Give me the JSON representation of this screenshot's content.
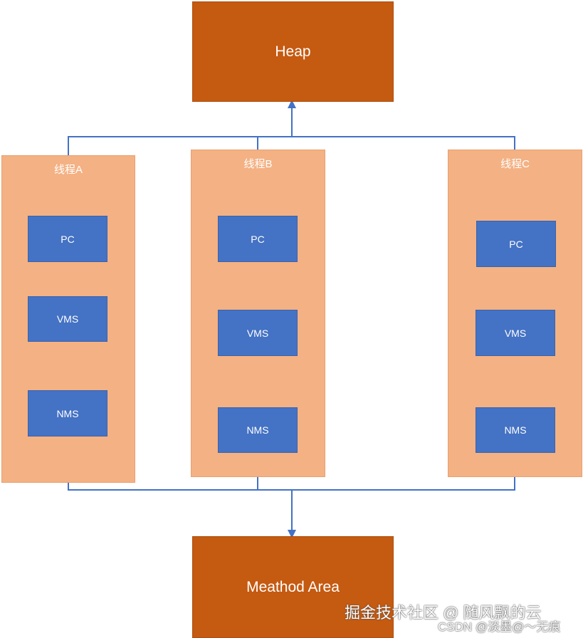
{
  "heap": {
    "label": "Heap"
  },
  "method_area": {
    "label": "Meathod Area"
  },
  "threads": [
    {
      "title": "线程A",
      "pc": "PC",
      "vms": "VMS",
      "nms": "NMS"
    },
    {
      "title": "线程B",
      "pc": "PC",
      "vms": "VMS",
      "nms": "NMS"
    },
    {
      "title": "线程C",
      "pc": "PC",
      "vms": "VMS",
      "nms": "NMS"
    }
  ],
  "watermark": {
    "line1": "掘金技术社区 @ 随风飘的云",
    "line2": "CSDN @淡墨@～无痕"
  },
  "colors": {
    "orange": "#c55a11",
    "thread_fill": "#f4b183",
    "blue": "#4472c4",
    "connector": "#4472c4"
  }
}
